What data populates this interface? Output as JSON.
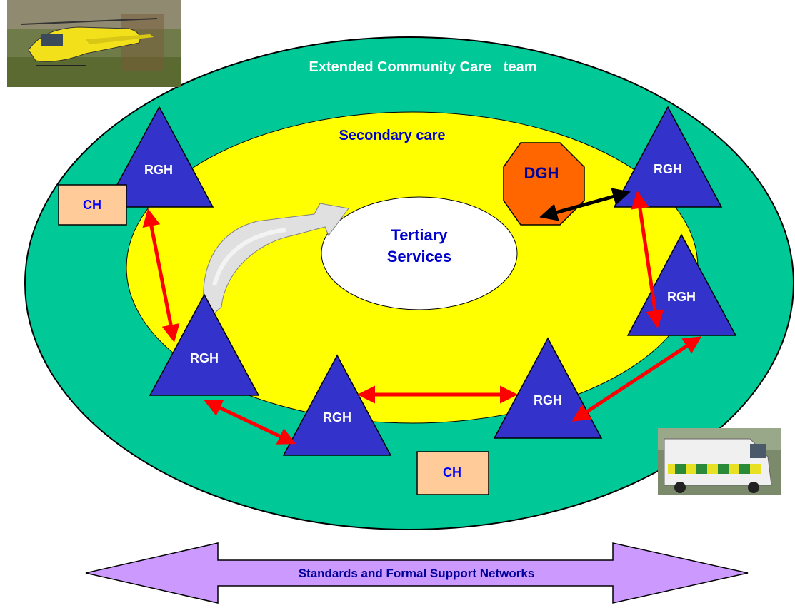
{
  "labels": {
    "outer": "Extended Community Care   team",
    "secondary": "Secondary care",
    "tertiary_line1": "Tertiary",
    "tertiary_line2": "Services",
    "dgh": "DGH",
    "ch": "CH",
    "rgh": "RGH",
    "banner": "Standards and Formal Support Networks"
  },
  "colors": {
    "outer_fill": "#00c896",
    "secondary_fill": "#ffff00",
    "tertiary_fill": "#ffffff",
    "triangle_fill": "#3333cc",
    "triangle_text": "#ffffff",
    "dgh_fill": "#ff6600",
    "ch_fill": "#ffcc99",
    "ch_text": "#0000ff",
    "secondary_text": "#0000cc",
    "red_arrow": "#ff0000",
    "black_arrow": "#000000",
    "banner_fill": "#cc99ff",
    "banner_text": "#000099"
  },
  "pictures": {
    "helicopter": "helicopter-photo",
    "ambulance": "ambulance-photo"
  }
}
